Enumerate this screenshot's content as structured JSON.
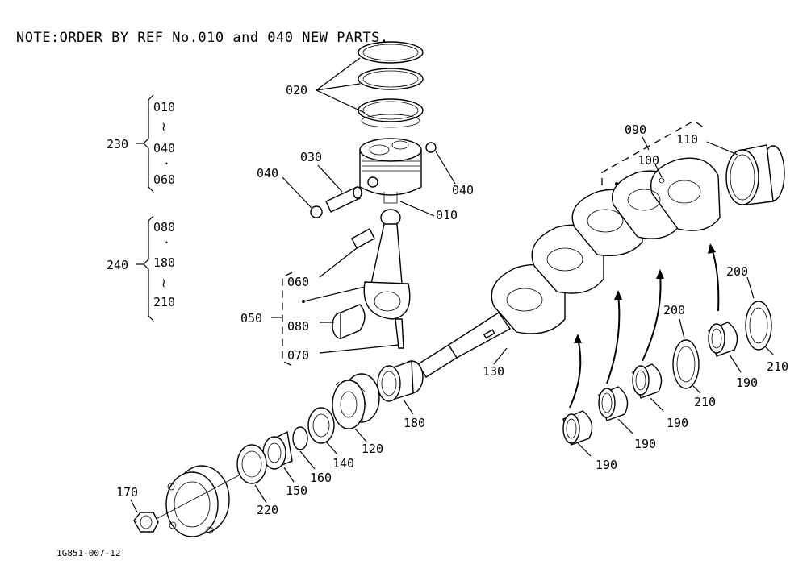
{
  "note": "NOTE:ORDER BY REF No.010 and 040 NEW PARTS.",
  "drawing_code": "1G851-007-12",
  "group_230": {
    "ref": "230",
    "items": [
      "010",
      "≀",
      "040",
      "·",
      "060"
    ]
  },
  "group_240": {
    "ref": "240",
    "items": [
      "080",
      "·",
      "180",
      "≀",
      "210"
    ]
  },
  "refs": {
    "r010": "010",
    "r020": "020",
    "r030": "030",
    "r040a": "040",
    "r040b": "040",
    "r050": "050",
    "r060": "060",
    "r070": "070",
    "r080": "080",
    "r090": "090",
    "r100": "100",
    "r110": "110",
    "r120": "120",
    "r130": "130",
    "r140": "140",
    "r150": "150",
    "r160": "160",
    "r170": "170",
    "r180": "180",
    "r190a": "190",
    "r190b": "190",
    "r190c": "190",
    "r190d": "190",
    "r200a": "200",
    "r200b": "200",
    "r210a": "210",
    "r210b": "210",
    "r220": "220"
  }
}
